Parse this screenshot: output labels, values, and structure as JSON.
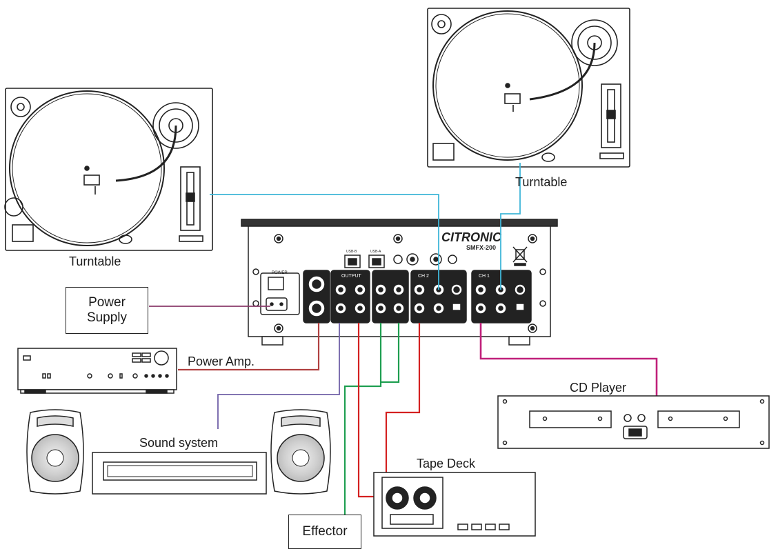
{
  "labels": {
    "turntable_left": "Turntable",
    "turntable_right": "Turntable",
    "power_supply_line1": "Power",
    "power_supply_line2": "Supply",
    "power_amp": "Power Amp.",
    "sound_system": "Sound system",
    "cd_player": "CD Player",
    "tape_deck": "Tape Deck",
    "effector": "Effector"
  },
  "mixer": {
    "brand": "CITRONIC",
    "model": "SMFX-200",
    "panel_labels": {
      "power": "POWER",
      "output": "OUTPUT",
      "ch2": "CH 2",
      "ch1": "CH 1",
      "usb_b": "USB-B",
      "usb_a": "USB-A"
    }
  },
  "cables": [
    {
      "from": "turntable-left",
      "to": "mixer-ch2",
      "color": "#3fb6d8"
    },
    {
      "from": "turntable-right",
      "to": "mixer-ch1",
      "color": "#3fb6d8"
    },
    {
      "from": "power-supply",
      "to": "mixer-power",
      "color": "#8a3a6a"
    },
    {
      "from": "power-amp",
      "to": "mixer-balanced-out",
      "color": "#b04040"
    },
    {
      "from": "sound-system",
      "to": "mixer-output",
      "color": "#7060a8"
    },
    {
      "from": "effector",
      "to": "mixer-fx",
      "color": "#1e9e50"
    },
    {
      "from": "tape-deck",
      "to": "mixer-rec",
      "color": "#d42020"
    },
    {
      "from": "cd-player",
      "to": "mixer-ch1-line",
      "color": "#c0207a"
    }
  ]
}
